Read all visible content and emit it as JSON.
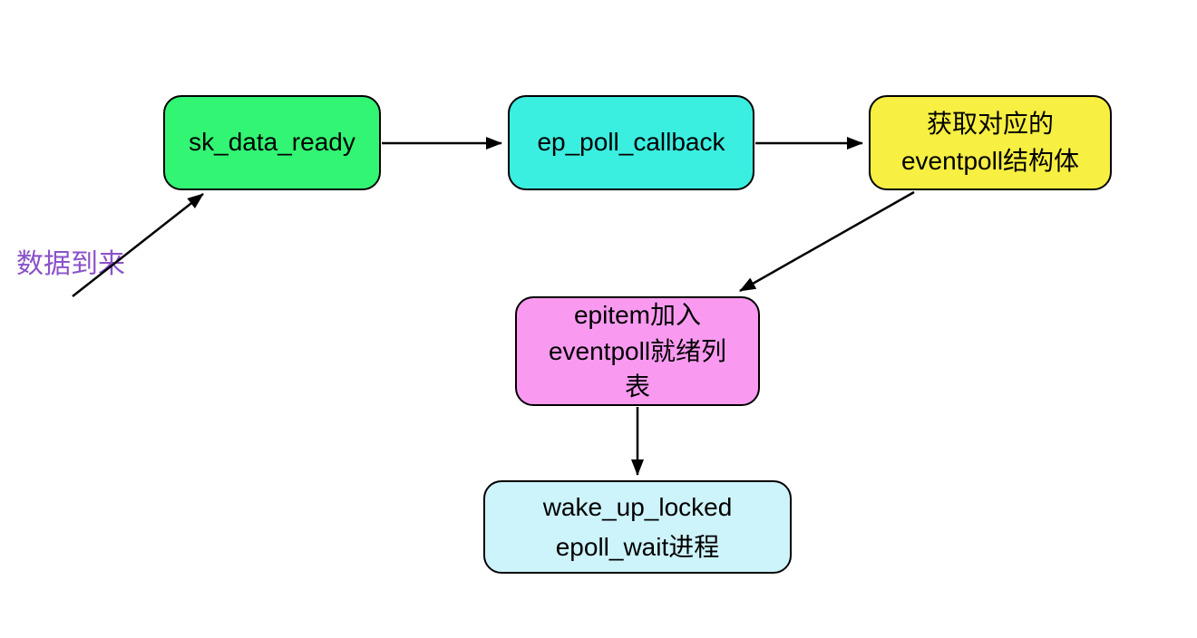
{
  "diagram": {
    "background_color": "#ffffff",
    "stroke_color": "#000000",
    "text_color": "#000000",
    "annotation": {
      "label": "数据到来",
      "color": "#8b52c9"
    },
    "nodes": [
      {
        "id": "sk-data-ready",
        "lines": [
          "sk_data_ready"
        ],
        "fill": "#32f573"
      },
      {
        "id": "ep-poll-callback",
        "lines": [
          "ep_poll_callback"
        ],
        "fill": "#3aeee0"
      },
      {
        "id": "get-eventpoll-struct",
        "lines": [
          "获取对应的",
          "eventpoll结构体"
        ],
        "fill": "#f7ef41"
      },
      {
        "id": "epitem-join-ready-list",
        "lines": [
          "epitem加入",
          "eventpoll就绪列",
          "表"
        ],
        "fill": "#f99af0"
      },
      {
        "id": "wake-up-locked",
        "lines": [
          "wake_up_locked",
          "epoll_wait进程"
        ],
        "fill": "#cdf3fb"
      }
    ],
    "edges": [
      {
        "from": "data-arrival",
        "to": "sk-data-ready"
      },
      {
        "from": "sk-data-ready",
        "to": "ep-poll-callback"
      },
      {
        "from": "ep-poll-callback",
        "to": "get-eventpoll-struct"
      },
      {
        "from": "get-eventpoll-struct",
        "to": "epitem-join-ready-list"
      },
      {
        "from": "epitem-join-ready-list",
        "to": "wake-up-locked"
      }
    ]
  }
}
